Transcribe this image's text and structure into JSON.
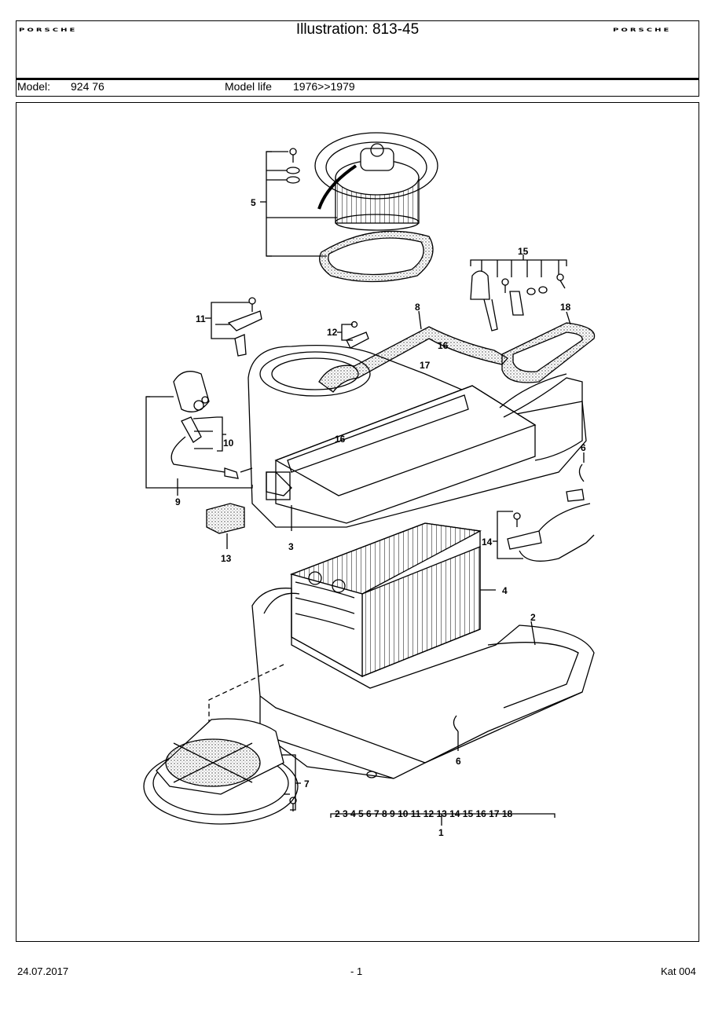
{
  "header": {
    "brand_left": "PORSCHE",
    "brand_right": "PORSCHE",
    "title": "Illustration: 813-45",
    "model_label": "Model:",
    "model_value": "924 76",
    "model_life_label": "Model life",
    "model_life_value": "1976>>1979"
  },
  "callouts": {
    "c5": "5",
    "c15": "15",
    "c18": "18",
    "c8": "8",
    "c11": "11",
    "c12": "12",
    "c16a": "16",
    "c17": "17",
    "c16b": "16",
    "c10": "10",
    "c9": "9",
    "c6a": "6",
    "c14": "14",
    "c3": "3",
    "c13": "13",
    "c4": "4",
    "c2": "2",
    "c6b": "6",
    "c7": "7",
    "c1": "1",
    "range": "2 3 4 5 6 7 8 9 10 11 12 13 14 15 16 17 18"
  },
  "footer": {
    "date": "24.07.2017",
    "page": "- 1",
    "catalog": "Kat 004"
  }
}
